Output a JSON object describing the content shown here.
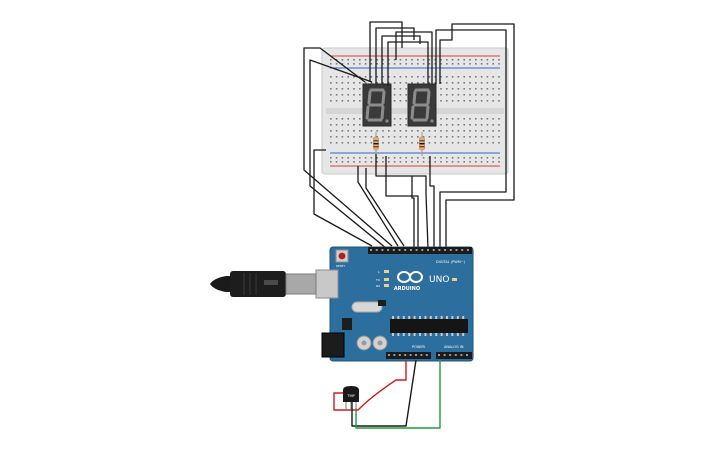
{
  "arduino": {
    "brand_label": "ARDUINO",
    "model_label": "UNO",
    "digital_header_label": "DIGITAL (PWM~)",
    "power_header_label": "POWER",
    "analog_header_label": "ANALOG IN",
    "led_labels": [
      "L",
      "TX",
      "RX"
    ],
    "reset_label": "RESET",
    "board_color": "#2c6e9e"
  },
  "temperature_sensor": {
    "label": "TMP"
  },
  "seven_segment_displays": [
    {
      "id": "left",
      "digit": "8"
    },
    {
      "id": "right",
      "digit": "8"
    }
  ],
  "colors": {
    "wire_black": "#1a1a1a",
    "wire_red": "#d11b1b",
    "wire_green": "#1e9e3a",
    "breadboard": "#e6e6e6",
    "rail_red": "#d94040",
    "rail_blue": "#3a62c8"
  }
}
